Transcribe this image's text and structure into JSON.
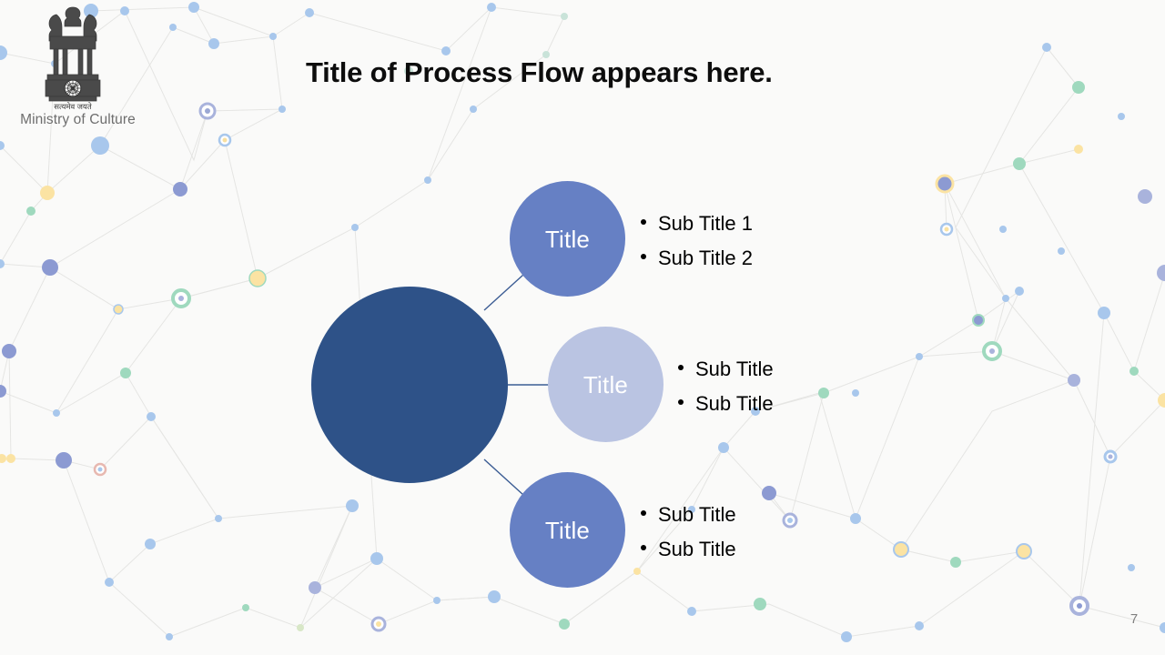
{
  "slide": {
    "background_color": "#FAFAF9",
    "page_number": "7"
  },
  "brand": {
    "emblem_icon": "india-state-emblem-icon",
    "motto": "सत्यमेव जयते",
    "ministry_label": "Ministry of Culture",
    "label_color": "#6E6E6E"
  },
  "header": {
    "title": "Title of Process Flow appears here."
  },
  "diagram": {
    "hub": {
      "label": "",
      "color": "#2E5288"
    },
    "connector_color": "#3B5C94",
    "branches": [
      {
        "label": "Title",
        "color": "#6680C4",
        "bullets": [
          "Sub Title 1",
          "Sub Title 2"
        ]
      },
      {
        "label": "Title",
        "color": "#BAC4E2",
        "bullets": [
          "Sub Title",
          "Sub Title"
        ]
      },
      {
        "label": "Title",
        "color": "#6680C4",
        "bullets": [
          "Sub Title",
          "Sub Title"
        ]
      }
    ]
  }
}
